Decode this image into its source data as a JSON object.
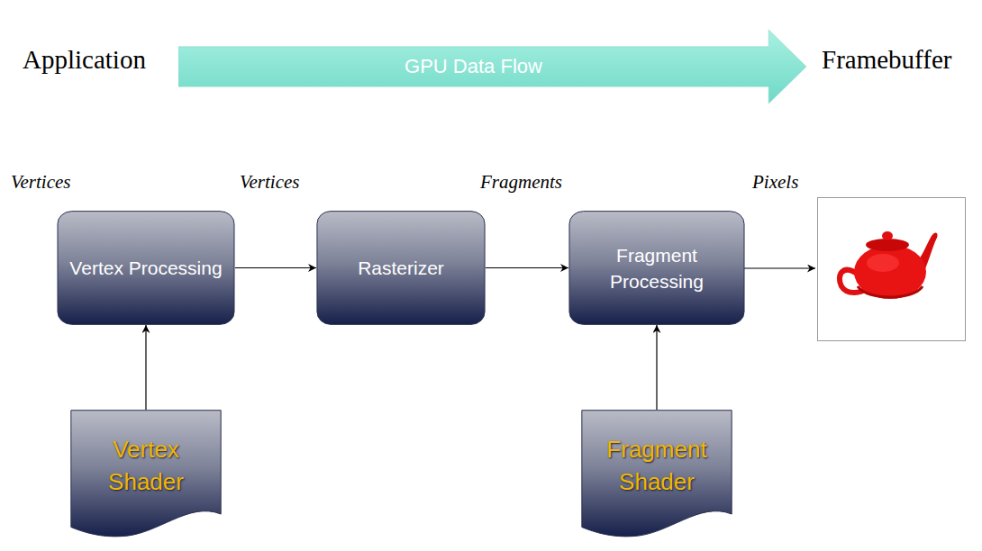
{
  "diagram": {
    "nodes": [
      {
        "text": [
          "GPU Data Flow"
        ]
      },
      {
        "text": [
          "Vertex Processing"
        ]
      },
      {
        "text": [
          "Rasterizer"
        ]
      },
      {
        "text": [
          "Fragment Processing"
        ]
      },
      {
        "text": [
          "Vertex Shader"
        ]
      },
      {
        "text": [
          "Fragment Shader"
        ]
      }
    ],
    "edges": [
      {
        "from": 1,
        "to": 2,
        "arrow": "to"
      },
      {
        "from": 2,
        "to": 3,
        "arrow": "to"
      },
      {
        "from": 4,
        "to": 1,
        "arrow": "to"
      },
      {
        "from": 5,
        "to": 3,
        "arrow": "to"
      }
    ],
    "labels": [
      "Application",
      "Framebuffer",
      "Vertices",
      "Vertices",
      "Fragments",
      "Pixels"
    ]
  }
}
